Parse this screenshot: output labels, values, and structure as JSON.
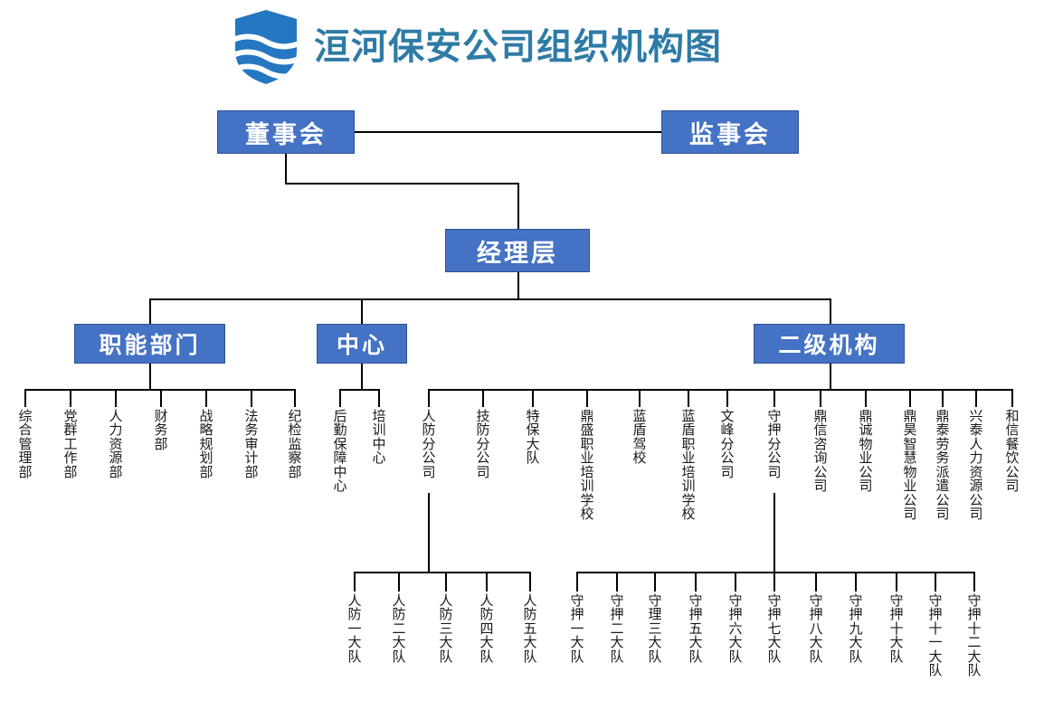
{
  "header": {
    "title": "洹河保安公司组织机构图",
    "logo_icon": "shield-waves-icon",
    "title_color": "#2E7BA6",
    "logo_color": "#2477C0"
  },
  "theme": {
    "box_fill": "#4472C4",
    "box_border": "#2F528F",
    "box_text": "#FFFFFF",
    "line_color": "#000000",
    "leaf_text": "#1A1A1A",
    "background": "#FFFFFF"
  },
  "nodes": {
    "board": "董事会",
    "supervisory": "监事会",
    "management": "经理层",
    "functional": "职能部门",
    "center": "中心",
    "secondary": "二级机构"
  },
  "functional_departments": [
    "综合管理部",
    "党群工作部",
    "人力资源部",
    "财务部",
    "战略规划部",
    "法务审计部",
    "纪检监察部"
  ],
  "centers": [
    "后勤保障中心",
    "培训中心"
  ],
  "secondary_units": [
    "人防分公司",
    "技防分公司",
    "特保大队",
    "鼎盛职业培训学校",
    "蓝盾驾校",
    "蓝盾职业培训学校",
    "文峰分公司",
    "守押分公司",
    "鼎信咨询公司",
    "鼎诚物业公司",
    "鼎昊智慧物业公司",
    "鼎泰劳务派遣公司",
    "兴泰人力资源公司",
    "和信餐饮公司"
  ],
  "renfang_brigades": [
    "人防一大队",
    "人防二大队",
    "人防三大队",
    "人防四大队",
    "人防五大队"
  ],
  "shouya_brigades": [
    "守押一大队",
    "守押二大队",
    "守理三大队",
    "守押五大队",
    "守押六大队",
    "守押七大队",
    "守押八大队",
    "守押九大队",
    "守押十大队",
    "守押十一大队",
    "守押十二大队"
  ]
}
